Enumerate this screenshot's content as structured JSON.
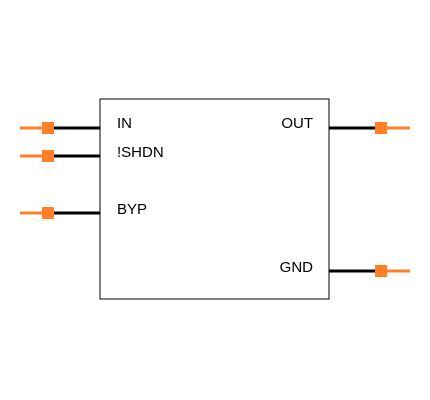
{
  "component": {
    "pins": [
      {
        "id": "in",
        "label": "IN",
        "side": "left"
      },
      {
        "id": "shdn",
        "label": "!SHDN",
        "side": "left"
      },
      {
        "id": "byp",
        "label": "BYP",
        "side": "left"
      },
      {
        "id": "out",
        "label": "OUT",
        "side": "right"
      },
      {
        "id": "gnd",
        "label": "GND",
        "side": "right"
      }
    ]
  },
  "colors": {
    "pin_stub": "#ff7f27",
    "pin_lead": "#000000",
    "body_outline": "#000000",
    "background": "#ffffff"
  }
}
